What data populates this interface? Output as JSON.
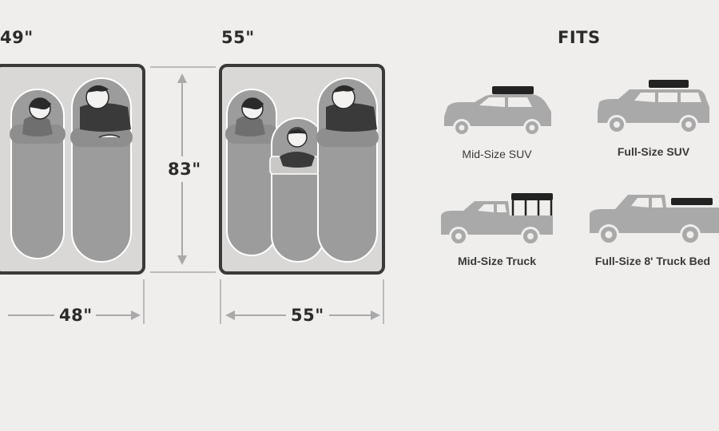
{
  "diagram": {
    "mattress_a": {
      "width_top": "49\"",
      "width_bottom": "48\""
    },
    "mattress_b": {
      "width_top": "55\"",
      "width_bottom": "55\""
    },
    "length": "83\"",
    "fits": {
      "title": "FITS",
      "vehicles": [
        {
          "icon": "mid-size-suv-icon",
          "label": "Mid-Size SUV"
        },
        {
          "icon": "full-size-suv-icon",
          "label": "Full-Size SUV"
        },
        {
          "icon": "mid-size-truck-icon",
          "label": "Mid-Size Truck"
        },
        {
          "icon": "full-size-truck-icon",
          "label": "Full-Size 8' Truck Bed"
        }
      ]
    },
    "colors": {
      "background": "#efeeec",
      "frame": "#3a3a3a",
      "mattress": "#d9d8d6",
      "bag": "#9c9c9c",
      "vehicle": "#a9a9a9",
      "rack": "#222222"
    }
  }
}
